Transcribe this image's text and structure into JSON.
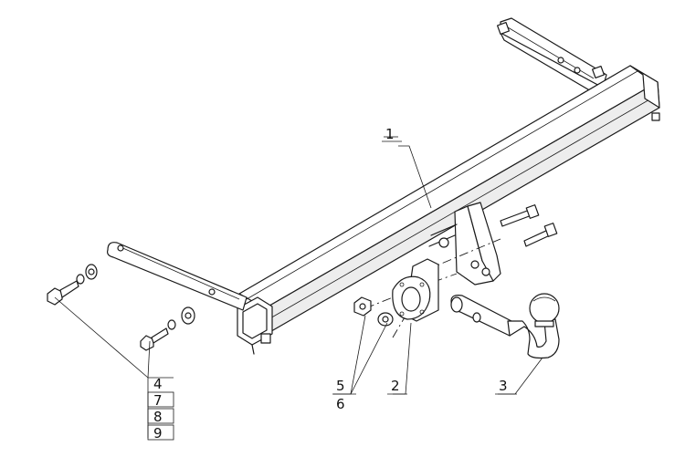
{
  "callouts": {
    "c1": "1",
    "c2": "2",
    "c3": "3",
    "c4": "4",
    "c5": "5",
    "c6": "6",
    "c7": "7",
    "c8": "8",
    "c9": "9"
  },
  "colors": {
    "line": "#1a1a1a",
    "background": "#ffffff",
    "shade": "#ededed"
  }
}
